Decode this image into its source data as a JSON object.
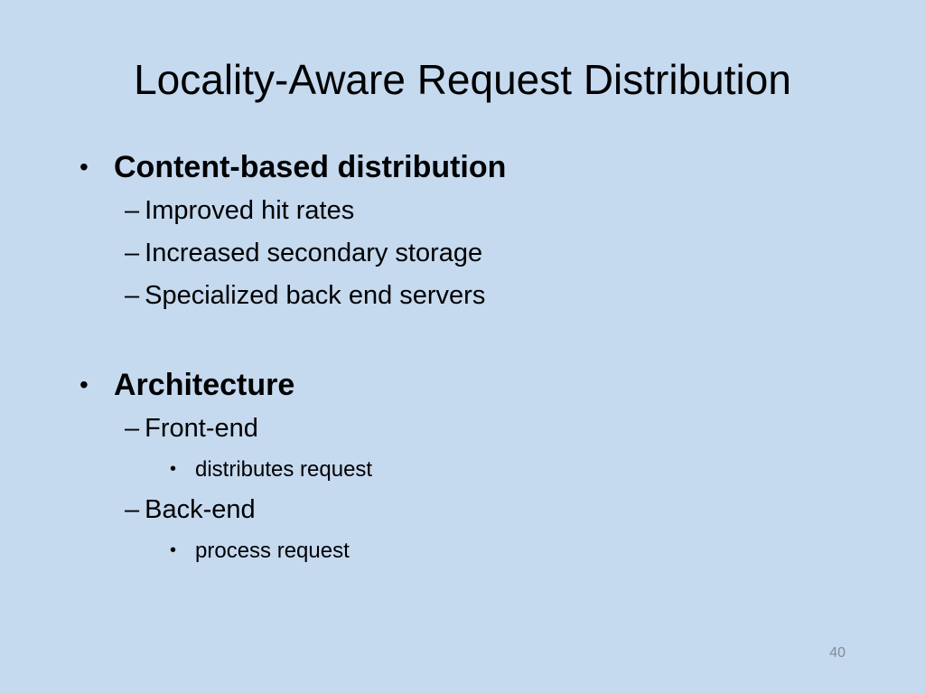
{
  "slide": {
    "title": "Locality-Aware Request Distribution",
    "sections": [
      {
        "heading": "Content-based distribution",
        "items": [
          {
            "text": "Improved hit rates"
          },
          {
            "text": "Increased secondary storage"
          },
          {
            "text": "Specialized back end servers"
          }
        ]
      },
      {
        "heading": "Architecture",
        "items": [
          {
            "text": "Front-end",
            "sub": [
              "distributes request"
            ]
          },
          {
            "text": "Back-end",
            "sub": [
              "process request"
            ]
          }
        ]
      }
    ],
    "bullet_char": "•",
    "dash_char": "–",
    "page_number": "40"
  },
  "colors": {
    "background": "#c5d9ef",
    "text": "#000000",
    "page_number": "#7f8c99"
  }
}
